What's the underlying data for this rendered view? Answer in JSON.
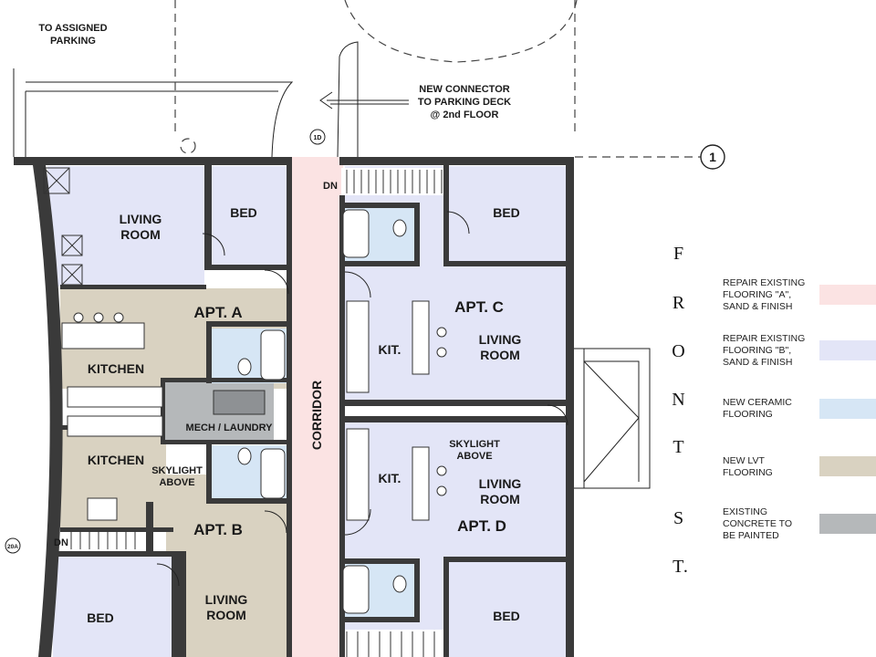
{
  "labels": {
    "to_parking_1": "TO ASSIGNED",
    "to_parking_2": "PARKING",
    "connector_1": "NEW CONNECTOR",
    "connector_2": "TO PARKING DECK",
    "connector_3": "@ 2nd FLOOR",
    "grid_marker": "1",
    "tag_1d": "1D",
    "tag_20a": "20A",
    "dn_top": "DN",
    "dn_left": "DN",
    "corridor": "CORRIDOR",
    "mech": "MECH / LAUNDRY"
  },
  "rooms": {
    "a_living_1": "LIVING",
    "a_living_2": "ROOM",
    "a_bed": "BED",
    "a_apt": "APT. A",
    "a_kitchen": "KITCHEN",
    "b_kitchen": "KITCHEN",
    "b_skylight_1": "SKYLIGHT",
    "b_skylight_2": "ABOVE",
    "b_apt": "APT. B",
    "b_bed": "BED",
    "b_living_1": "LIVING",
    "b_living_2": "ROOM",
    "c_bed": "BED",
    "c_apt": "APT. C",
    "c_kit": "KIT.",
    "c_living_1": "LIVING",
    "c_living_2": "ROOM",
    "d_skylight_1": "SKYLIGHT",
    "d_skylight_2": "ABOVE",
    "d_kit": "KIT.",
    "d_living_1": "LIVING",
    "d_living_2": "ROOM",
    "d_apt": "APT. D",
    "d_bed": "BED"
  },
  "street": [
    "F",
    "R",
    "O",
    "N",
    "T",
    "S",
    "T."
  ],
  "legend": [
    {
      "lines": [
        "REPAIR EXISTING",
        "FLOORING \"A\",",
        "SAND & FINISH"
      ],
      "color": "#fbe3e3"
    },
    {
      "lines": [
        "REPAIR EXISTING",
        "FLOORING \"B\",",
        "SAND & FINISH"
      ],
      "color": "#e3e5f7"
    },
    {
      "lines": [
        "NEW CERAMIC",
        "FLOORING"
      ],
      "color": "#d6e6f5"
    },
    {
      "lines": [
        "NEW LVT",
        "FLOORING"
      ],
      "color": "#d9d2c1"
    },
    {
      "lines": [
        "EXISTING",
        "CONCRETE TO",
        "BE PAINTED"
      ],
      "color": "#b5b8ba"
    }
  ],
  "colors": {
    "flooring_a": "#fbe3e3",
    "flooring_b": "#e3e5f7",
    "ceramic": "#d6e6f5",
    "lvt": "#d9d2c1",
    "concrete": "#b5b8ba",
    "wall": "#3a3a3a"
  }
}
